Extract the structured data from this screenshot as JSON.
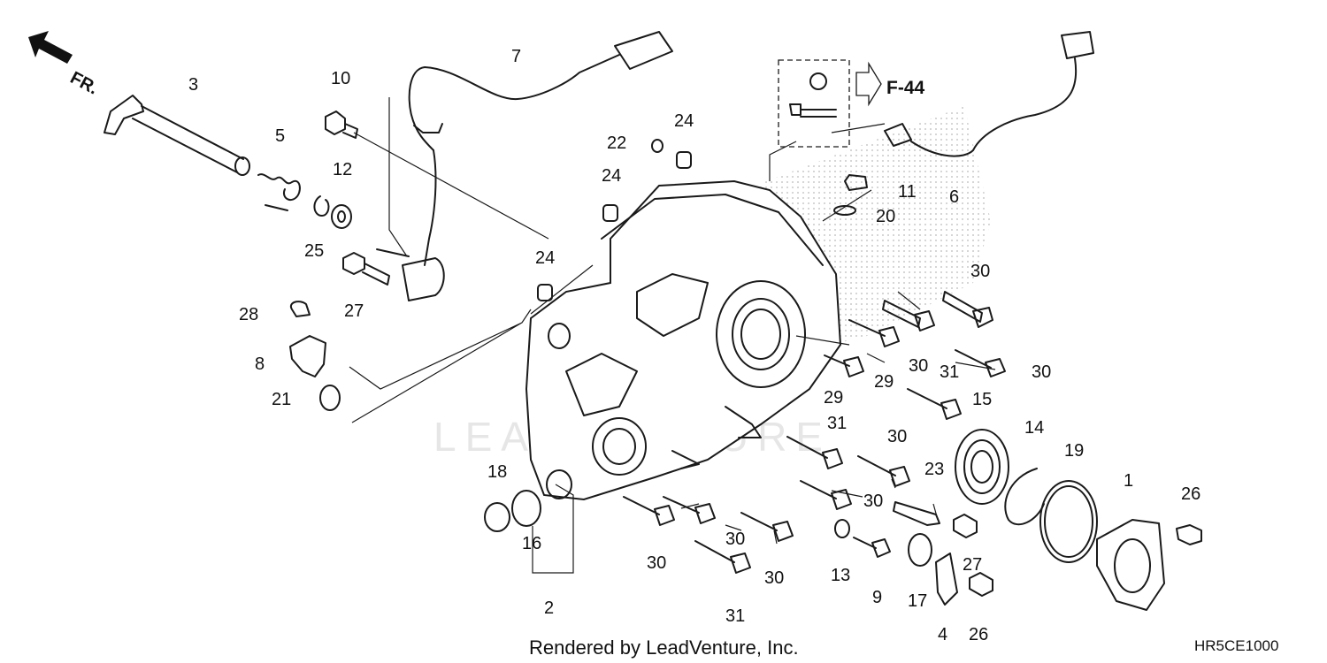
{
  "diagram": {
    "direction_label": "FR.",
    "reference_label": "F-44",
    "watermark": "LEADVENTURE",
    "footer_text": "Rendered by LeadVenture, Inc.",
    "diagram_code": "HR5CE1000"
  },
  "callouts": [
    "3",
    "5",
    "10",
    "7",
    "12",
    "25",
    "27",
    "28",
    "8",
    "21",
    "22",
    "24",
    "24",
    "24",
    "11",
    "20",
    "6",
    "30",
    "30",
    "29",
    "29",
    "31",
    "30",
    "15",
    "31",
    "30",
    "14",
    "19",
    "1",
    "26",
    "23",
    "30",
    "18",
    "16",
    "2",
    "30",
    "30",
    "30",
    "31",
    "13",
    "9",
    "17",
    "27",
    "4",
    "26"
  ]
}
